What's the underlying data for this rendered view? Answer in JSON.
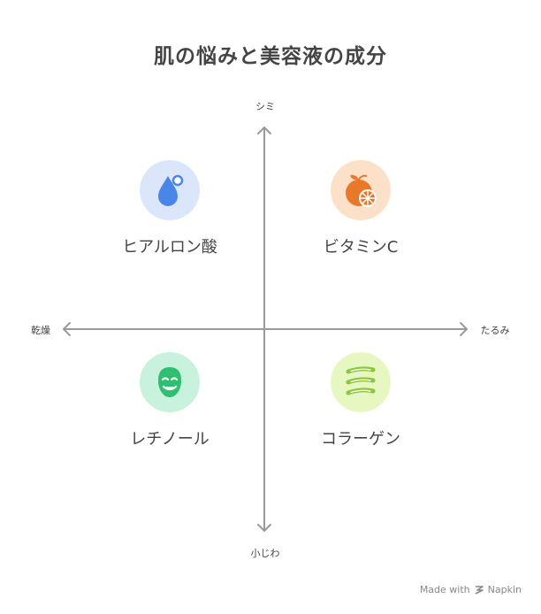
{
  "title": "肌の悩みと美容液の成分",
  "axes": {
    "top": "シミ",
    "bottom": "小じわ",
    "left": "乾燥",
    "right": "たるみ"
  },
  "quadrants": [
    {
      "label": "ヒアルロン酸",
      "icon": "water-drop-icon",
      "bg": "#dbe6fb",
      "color": "#4a86e8"
    },
    {
      "label": "ビタミンC",
      "icon": "orange-icon",
      "bg": "#fde0c8",
      "color": "#e8782a"
    },
    {
      "label": "レチノール",
      "icon": "face-mask-icon",
      "bg": "#c9f2dc",
      "color": "#2fbf71"
    },
    {
      "label": "コラーゲン",
      "icon": "collagen-strands-icon",
      "bg": "#e6f7c2",
      "color": "#8cc63f"
    }
  ],
  "footer": {
    "made_with": "Made with",
    "brand": "Napkin"
  },
  "colors": {
    "axis": "#9a9a9a"
  }
}
